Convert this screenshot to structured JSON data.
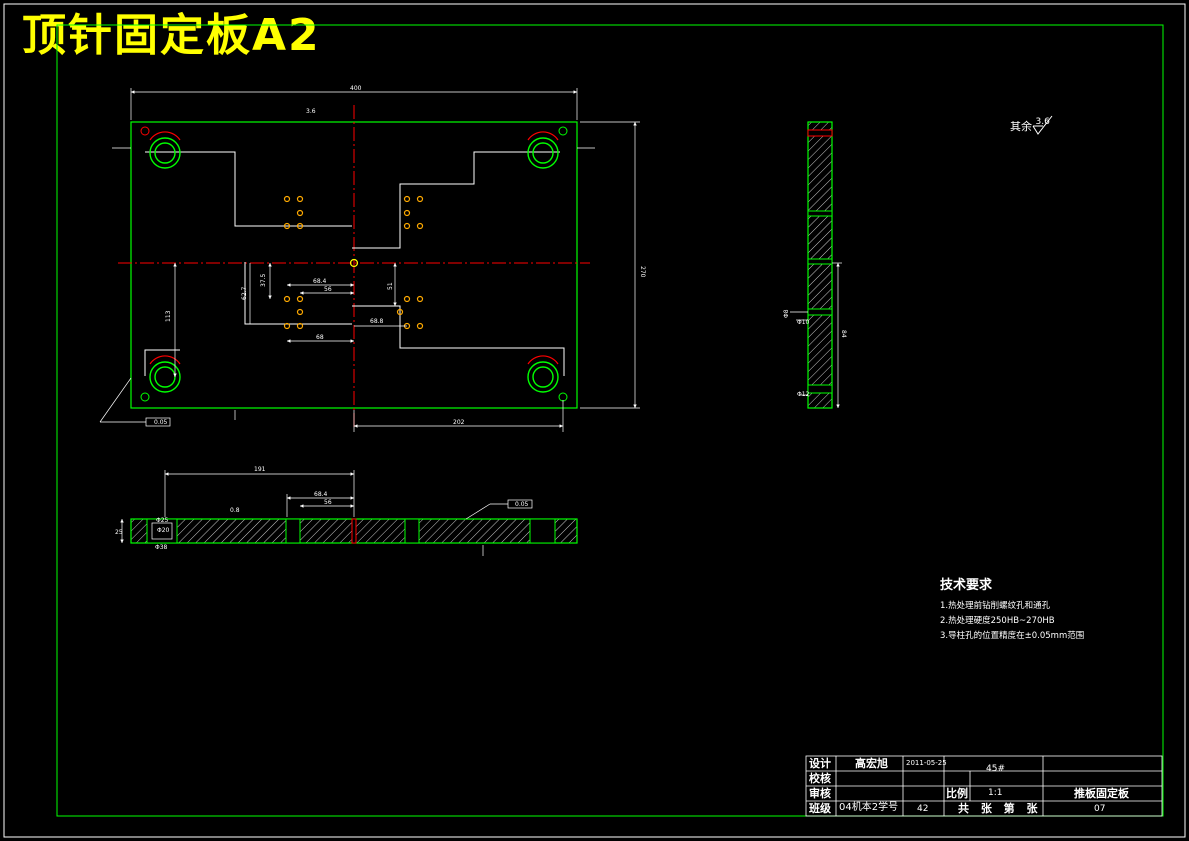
{
  "title": "顶针固定板A2",
  "surface_roughness_note": {
    "prefix": "其余",
    "value": "3.6"
  },
  "technical_requirements": {
    "heading": "技术要求",
    "items": [
      "1.热处理前钻削螺纹孔和通孔",
      "2.热处理硬度250HB~270HB",
      "3.导柱孔的位置精度在±0.05mm范围"
    ]
  },
  "title_block": {
    "designer_label": "设计",
    "checker_label": "校核",
    "reviewer_label": "审核",
    "class_label": "班级",
    "designer_name": "高宏旭",
    "date": "2011-05-25",
    "class_value": "04机本2学号",
    "student_no": "42",
    "material": "45#",
    "scale_label": "比例",
    "scale_value": "1:1",
    "part_name": "推板固定板",
    "sheet_text": "共 张 第 张",
    "drawing_no": "07"
  },
  "dimensions": {
    "plan_width": "400",
    "plan_height": "270",
    "plan_roughness": "3.6",
    "half_width": "202",
    "lower_height": "113",
    "vert_dim_1": "37.5",
    "vert_dim_2": "62.7",
    "horiz_dim_1": "68.4",
    "horiz_dim_2": "56",
    "horiz_dim_3": "68",
    "horiz_dim_4": "68.8",
    "small_dim": "51",
    "flatness_tol": "0.05",
    "section_len": "191",
    "section_dim_1": "68.4",
    "section_dim_2": "56",
    "section_thk": "25",
    "section_roughness": "0.8",
    "hole_d1": "Φ25",
    "hole_d2": "Φ20",
    "hole_d3": "Φ38",
    "side_height": "84",
    "side_dim_a": "Φ8",
    "side_dim_b": "Φ10",
    "side_bottom": "Φ12"
  },
  "colors": {
    "frame": "#00ff00",
    "outline": "#00ff00",
    "dimension": "#ffffff",
    "center_line": "#ff0000",
    "hatch": "#ffffff",
    "hole_ring": "#ffff00",
    "title_text": "#ffff00"
  }
}
